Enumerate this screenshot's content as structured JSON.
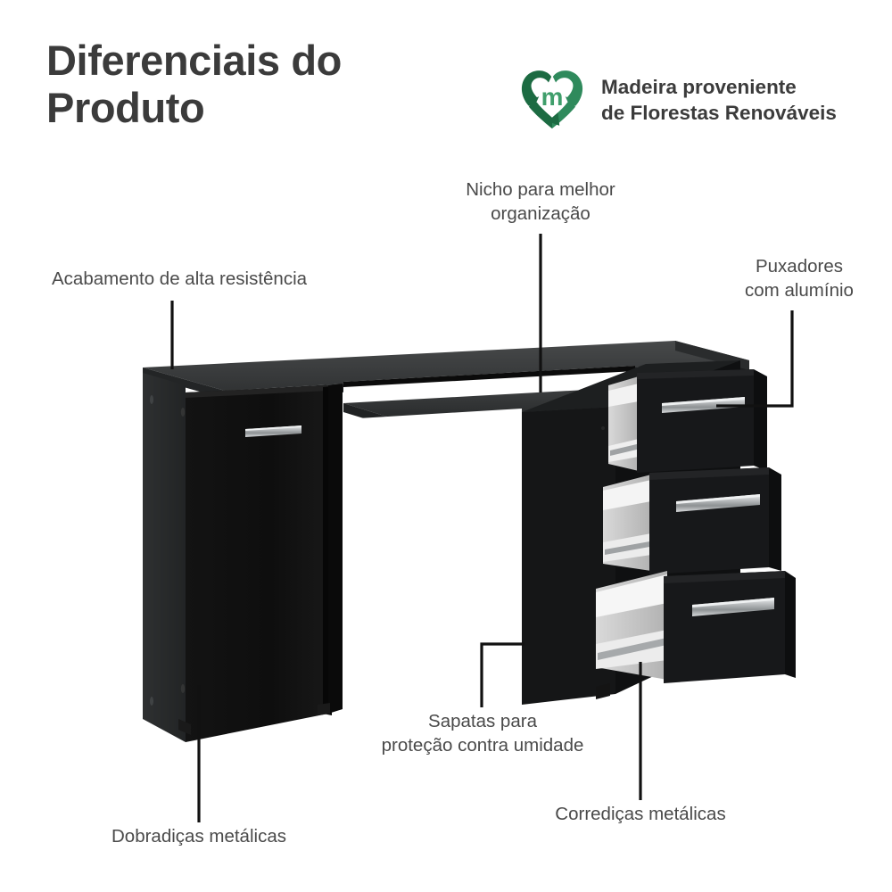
{
  "header": {
    "title": "Diferenciais do\nProduto",
    "badge": {
      "icon": "recycle-heart-icon",
      "monogram": "m",
      "text": "Madeira proveniente\nde Florestas Renováveis",
      "color_dark": "#1c6b42",
      "color_mid": "#2f8a5c",
      "color_light": "#3f9e6b"
    }
  },
  "colors": {
    "title": "#3b3b3b",
    "label": "#4a4a4a",
    "leader": "#111111",
    "background": "#ffffff",
    "panel_black": "#141414",
    "panel_dark": "#1d1d1d",
    "panel_top": "#3a3c3d",
    "panel_side": "#2b2d2e",
    "drawer_interior": "#e9e9e9",
    "drawer_interior_shade": "#c9c9c9",
    "handle_silver": "#b9bcbe"
  },
  "callouts": [
    {
      "id": "acabamento",
      "name": "callout-acabamento",
      "text": "Acabamento de alta resistência",
      "align": "left"
    },
    {
      "id": "nicho",
      "name": "callout-nicho",
      "text": "Nicho para melhor\norganização",
      "align": "center"
    },
    {
      "id": "puxadores",
      "name": "callout-puxadores",
      "text": "Puxadores\ncom alumínio",
      "align": "center"
    },
    {
      "id": "sapatas",
      "name": "callout-sapatas",
      "text": "Sapatas para\nproteção contra umidade",
      "align": "center"
    },
    {
      "id": "corredicas",
      "name": "callout-corredicas",
      "text": "Corrediças metálicas",
      "align": "center"
    },
    {
      "id": "dobradicas",
      "name": "callout-dobradicas",
      "text": "Dobradiças metálicas",
      "align": "center"
    }
  ],
  "product": {
    "name": "desk-with-cabinet-and-drawers",
    "door_count": 1,
    "drawer_count": 3,
    "niche_count": 1,
    "handles": 4,
    "feet": 4
  }
}
